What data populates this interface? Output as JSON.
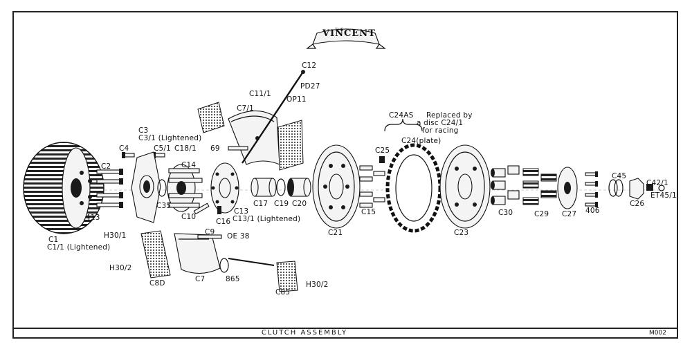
{
  "drawing": {
    "brand": "VINCENT",
    "brand_small": "THE",
    "title": "CLUTCH ASSEMBLY",
    "code": "M002"
  },
  "labels": {
    "c1": "C1",
    "c1_1": "C1/1 (Lightened)",
    "n413": "413",
    "c2": "C2",
    "c3": "C3",
    "c3_1": "C3/1 (Lightened)",
    "c4": "C4",
    "c5_1": "C5/1",
    "c18_1": "C18/1",
    "c14": "C14",
    "c35": "C35",
    "h30_1": "H30/1",
    "c10": "C10",
    "c16": "C16",
    "c13": "C13",
    "c13_1": "C13/1 (Lightened)",
    "c17": "C17",
    "c19": "C19",
    "c20": "C20",
    "n69": "69",
    "c7_1": "C7/1",
    "c11_1": "C11/1",
    "c12": "C12",
    "pd27": "PD27",
    "op11": "OP11",
    "c9": "C9",
    "oe38": "OE 38",
    "h30_2a": "H30/2",
    "c8d": "C8D",
    "c7": "C7",
    "n865": "865",
    "c85": "C85",
    "h30_2b": "H30/2",
    "c21": "C21",
    "c15": "C15",
    "c25": "C25",
    "c24as": "C24AS",
    "c24as_note1": "Replaced by",
    "c24as_note2": "a disc C24/1",
    "c24as_note3": "for racing",
    "c24_plate": "C24(plate)",
    "c23": "C23",
    "c30": "C30",
    "c29": "C29",
    "c27": "C27",
    "n406": "406",
    "c45": "C45",
    "c26": "C26",
    "c42_1": "C42/1",
    "et45_1": "ET45/1"
  }
}
